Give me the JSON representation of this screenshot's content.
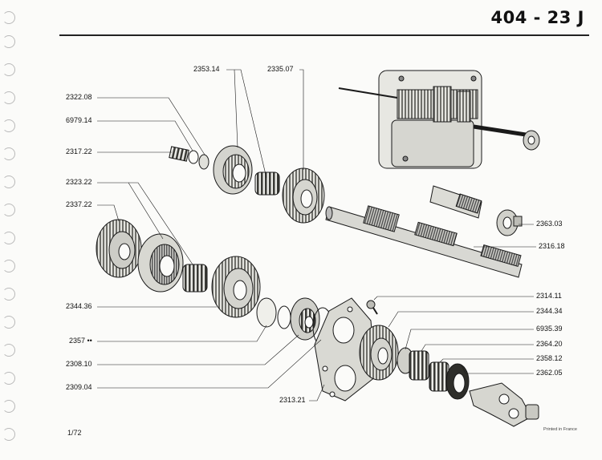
{
  "header": {
    "title": "404 - 23 J"
  },
  "parts": [
    {
      "ref": "2353.14"
    },
    {
      "ref": "2335.07"
    },
    {
      "ref": "2322.08"
    },
    {
      "ref": "6979.14"
    },
    {
      "ref": "2317.22"
    },
    {
      "ref": "2323.22"
    },
    {
      "ref": "2337.22"
    },
    {
      "ref": "2344.36"
    },
    {
      "ref": "2357 ••"
    },
    {
      "ref": "2308.10"
    },
    {
      "ref": "2309.04"
    },
    {
      "ref": "2313.21"
    },
    {
      "ref": "2363.03"
    },
    {
      "ref": "2316.18"
    },
    {
      "ref": "2314.11"
    },
    {
      "ref": "2344.34"
    },
    {
      "ref": "6935.39"
    },
    {
      "ref": "2364.20"
    },
    {
      "ref": "2358.12"
    },
    {
      "ref": "2362.05"
    }
  ],
  "footer": {
    "page": "1/72",
    "printed": "Printed in France"
  },
  "colors": {
    "ink": "#1a1a1a",
    "paper": "#fbfbf9",
    "gear_fill": "#d9d9d4",
    "shade": "#8a8a85"
  }
}
